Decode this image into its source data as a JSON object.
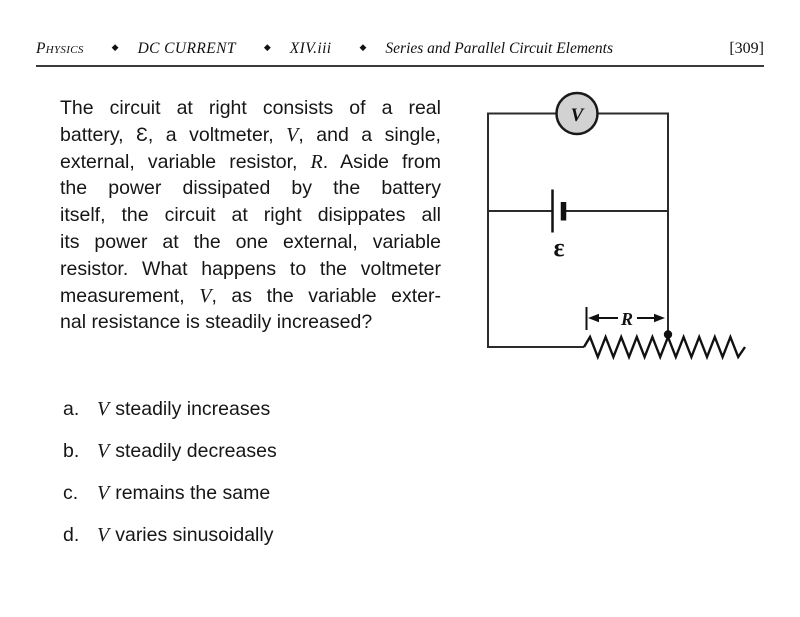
{
  "header": {
    "course": "Physics",
    "separator": "◆",
    "unit": "DC CURRENT",
    "section": "XIV.iii",
    "topic": "Series and Parallel Circuit Elements",
    "page_number": "[309]"
  },
  "question": {
    "lines": [
      [
        {
          "t": "The circuit at right consists of a real"
        }
      ],
      [
        {
          "t": "battery, "
        },
        {
          "t": "Ɛ",
          "s": "script"
        },
        {
          "t": ", a voltmeter, "
        },
        {
          "t": "V",
          "s": "var"
        },
        {
          "t": ", and a single,"
        }
      ],
      [
        {
          "t": "external, variable resistor, "
        },
        {
          "t": "R",
          "s": "var"
        },
        {
          "t": ". Aside from"
        }
      ],
      [
        {
          "t": "the power dissipated by the battery"
        }
      ],
      [
        {
          "t": "itself, the circuit at right disippates all"
        }
      ],
      [
        {
          "t": "its power at the one external, variable"
        }
      ],
      [
        {
          "t": "resistor. What happens to the voltmeter"
        }
      ],
      [
        {
          "t": "measurement, "
        },
        {
          "t": "V",
          "s": "var"
        },
        {
          "t": ", as the variable exter-"
        }
      ],
      [
        {
          "t": "nal resistance is steadily increased?"
        }
      ]
    ]
  },
  "circuit": {
    "voltmeter_label": "V",
    "emf_label": "ε",
    "resistor_label": "R",
    "wire_color": "#2b2b2b",
    "component_color": "#111111",
    "voltmeter_fill": "#d2d2d2"
  },
  "options": [
    {
      "letter": "a.",
      "variable": "V",
      "text": "steadily increases"
    },
    {
      "letter": "b.",
      "variable": "V",
      "text": "steadily decreases"
    },
    {
      "letter": "c.",
      "variable": "V",
      "text": "remains the same"
    },
    {
      "letter": "d.",
      "variable": "V",
      "text": "varies sinusoidally"
    }
  ]
}
